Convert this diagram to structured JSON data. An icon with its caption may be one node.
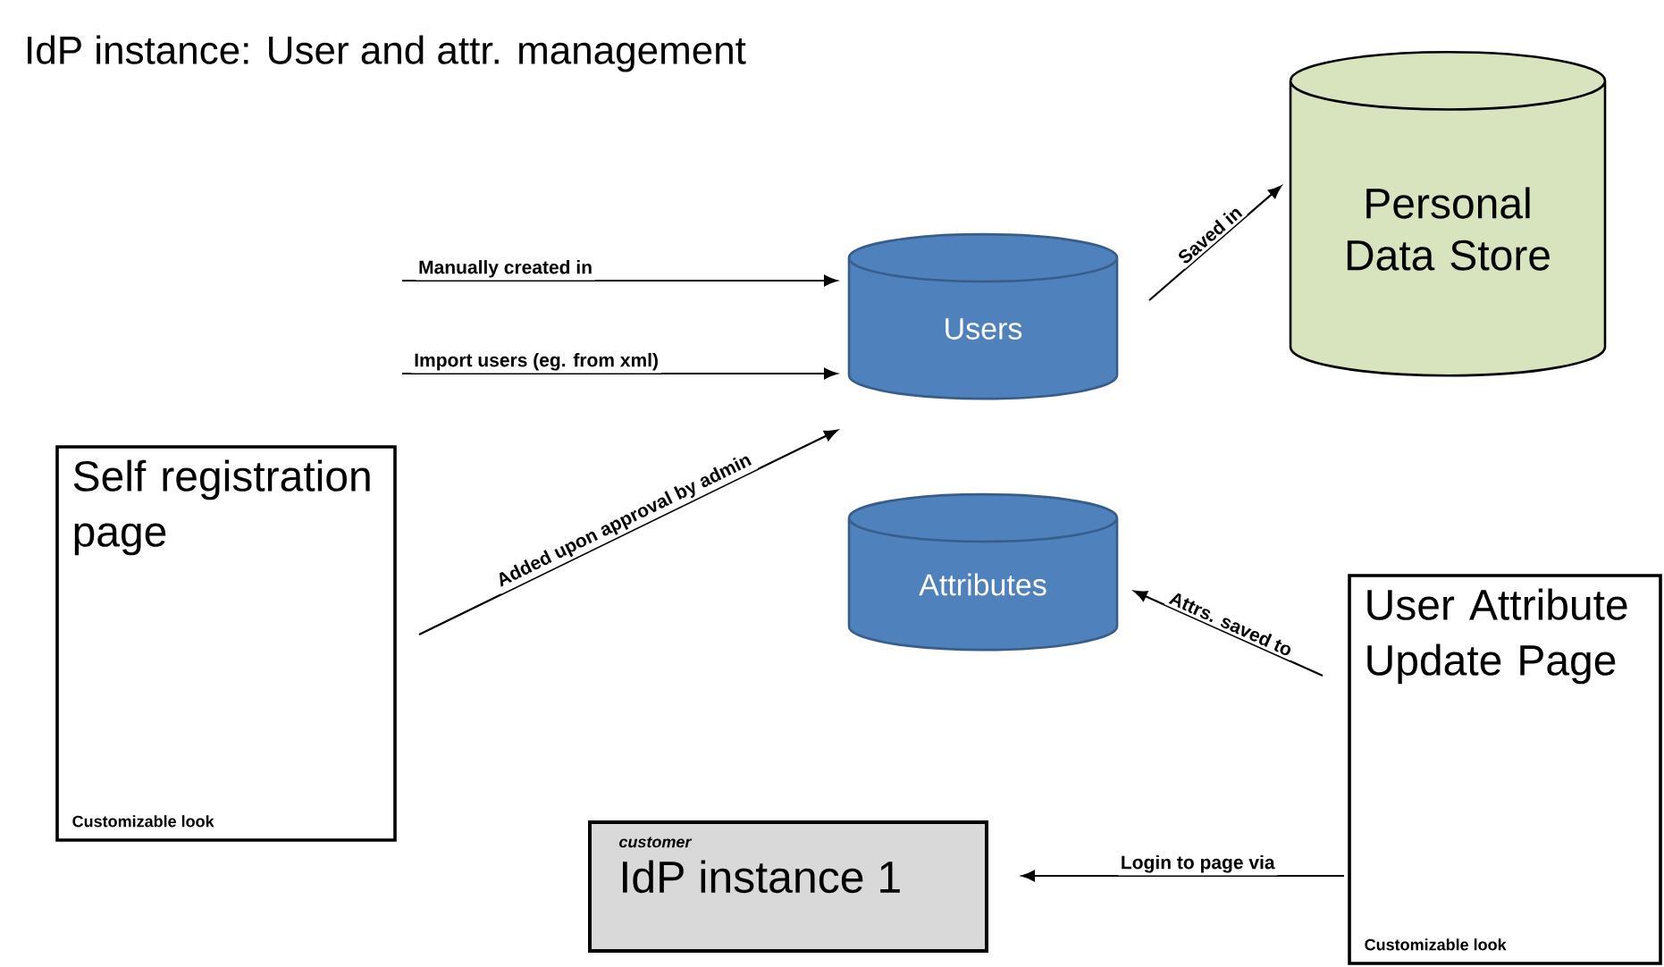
{
  "diagram": {
    "title": "IdP instance: User and attr. management",
    "nodes": [
      {
        "text": [
          "Users"
        ]
      },
      {
        "text": [
          "Personal Data Store"
        ]
      },
      {
        "text": [
          "Attributes"
        ]
      },
      {
        "text": [
          "Self registration page",
          "Customizable look"
        ]
      },
      {
        "text": [
          "User Attribute Update Page",
          "Customizable look"
        ]
      },
      {
        "text": [
          "customer",
          "IdP instance 1"
        ]
      }
    ],
    "edges": [
      {
        "from": null,
        "to": 0,
        "arrow": "to",
        "label": "Manually created in"
      },
      {
        "from": null,
        "to": 0,
        "arrow": "to",
        "label": "Import users (eg. from xml)"
      },
      {
        "from": 3,
        "to": 0,
        "arrow": "to",
        "label": "Added upon approval by admin"
      },
      {
        "from": 0,
        "to": 1,
        "arrow": "to",
        "label": "Saved in"
      },
      {
        "from": 4,
        "to": 2,
        "arrow": "to",
        "label": "Attrs. saved to"
      },
      {
        "from": 4,
        "to": 5,
        "arrow": "to",
        "label": "Login to page via"
      }
    ]
  }
}
